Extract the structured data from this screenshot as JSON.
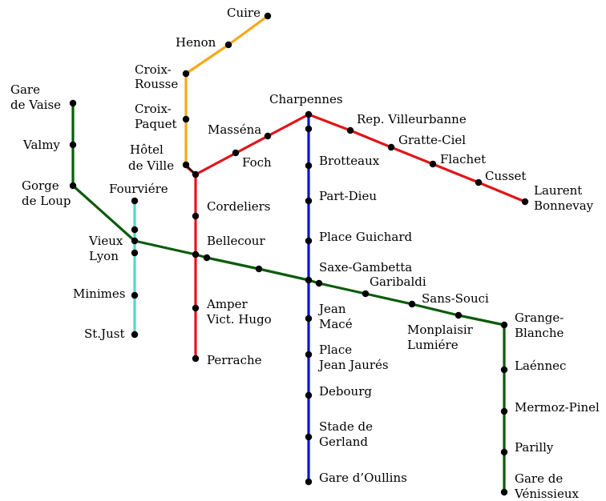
{
  "map": {
    "colors": {
      "red": "#e3141b",
      "blue": "#0b12d6",
      "green": "#0a5c0a",
      "orange": "#f5a916",
      "cyan": "#4fd9d0"
    },
    "lines": [
      {
        "id": "line-a",
        "color": "red"
      },
      {
        "id": "line-b",
        "color": "blue"
      },
      {
        "id": "line-c",
        "color": "orange"
      },
      {
        "id": "line-d",
        "color": "green"
      },
      {
        "id": "funicular",
        "color": "cyan"
      }
    ],
    "stations": {
      "cuire": "Cuire",
      "henon": "Henon",
      "croix_rousse": [
        "Croix-",
        "Rousse"
      ],
      "croix_paquet": [
        "Croix-",
        "Paquet"
      ],
      "hotel_de_ville": [
        "Hôtel",
        "de Ville"
      ],
      "massena": "Masséna",
      "foch": "Foch",
      "charpennes": "Charpennes",
      "rep_villeurbanne": "Rep.  Villeurbanne",
      "gratte_ciel": "Gratte-Ciel",
      "flachet": "Flachet",
      "cusset": "Cusset",
      "laurent_bonnevay": [
        "Laurent",
        "Bonnevay"
      ],
      "brotteaux": "Brotteaux",
      "part_dieu": "Part-Dieu",
      "place_guichard": "Place Guichard",
      "saxe_gambetta": "Saxe-Gambetta",
      "jean_mace": [
        "Jean",
        "Macé"
      ],
      "place_jean_jaures": [
        "Place",
        "Jean Jaurés"
      ],
      "debourg": "Debourg",
      "stade_de_gerland": [
        "Stade de",
        "Gerland"
      ],
      "gare_d_oullins": "Gare d’Oullins",
      "cordeliers": "Cordeliers",
      "bellecour": "Bellecour",
      "amper_vict_hugo": [
        "Amper",
        "Vict.  Hugo"
      ],
      "perrache": "Perrache",
      "gare_de_vaise": [
        "Gare",
        "de Vaise"
      ],
      "valmy": "Valmy",
      "gorge_de_loup": [
        "Gorge",
        "de Loup"
      ],
      "fourviere": "Fourviére",
      "vieux_lyon": [
        "Vieux",
        "Lyon"
      ],
      "minimes": "Minimes",
      "st_just": "St.Just",
      "garibaldi": "Garibaldi",
      "sans_souci": "Sans-Souci",
      "monplaisir_lumiere": [
        "Monplaisir",
        "Lumiére"
      ],
      "grange_blanche": [
        "Grange-",
        "Blanche"
      ],
      "laennec": "Laénnec",
      "mermoz_pinel": "Mermoz-Pinel",
      "parilly": "Parilly",
      "gare_de_venissieux": [
        "Gare de",
        "Vénissieux"
      ]
    }
  }
}
